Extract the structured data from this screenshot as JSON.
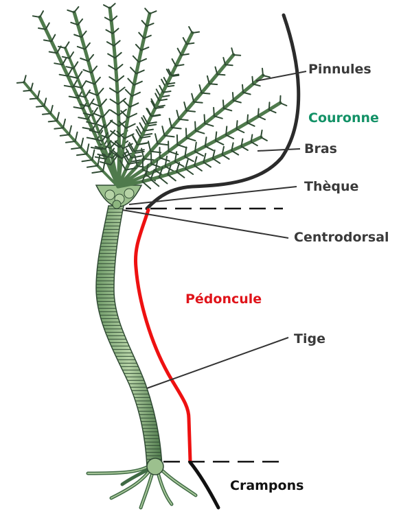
{
  "labels": {
    "pinnules": "Pinnules",
    "couronne": "Couronne",
    "bras": "Bras",
    "theque": "Thèque",
    "centrodorsal": "Centrodorsal",
    "pedoncule": "Pédoncule",
    "tige": "Tige",
    "crampons": "Crampons"
  },
  "colors": {
    "couronne": "#129166",
    "pedoncule": "#e0141a",
    "label": "#3a3a3a",
    "crampons": "#111111",
    "crown_bracket": "#2b2b2b",
    "stem_bracket": "#ee1111",
    "plant_dark": "#2f4a33",
    "plant_mid": "#5f8a5a",
    "plant_light": "#a8c79a"
  }
}
